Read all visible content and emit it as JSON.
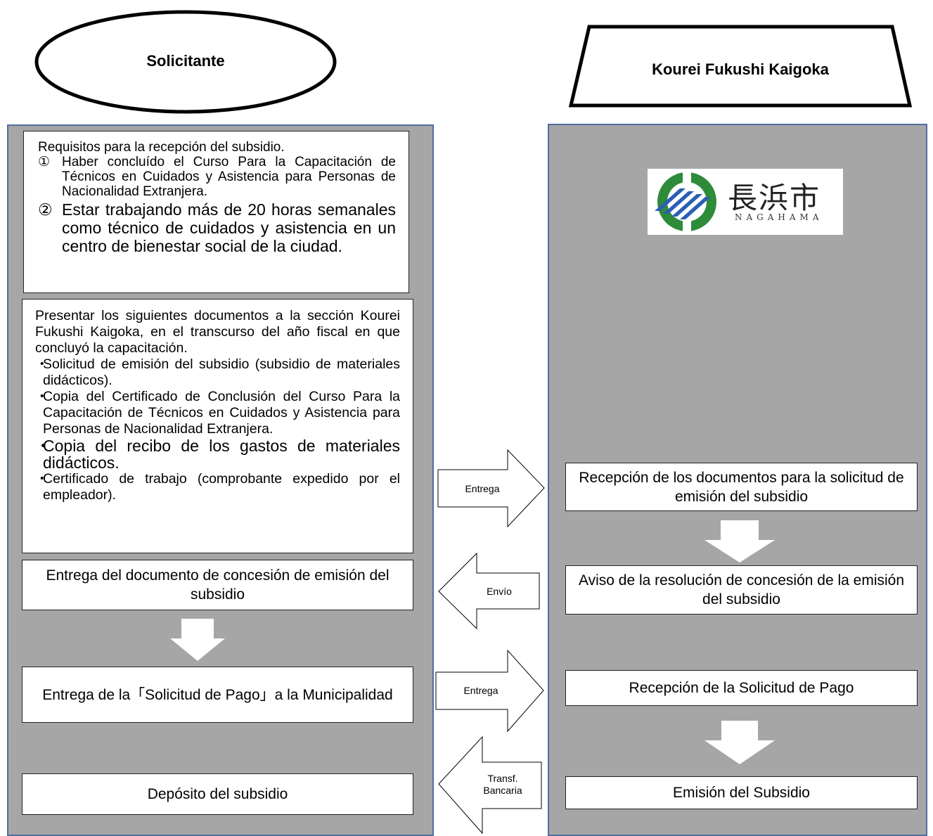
{
  "headers": {
    "left": "Solicitante",
    "right": "Kourei Fukushi Kaigoka"
  },
  "logo": {
    "kanji": "長浜市",
    "latin": "NAGAHAMA",
    "colors": {
      "green": "#2e8b3a",
      "blue": "#2a5fb5"
    }
  },
  "requirements": {
    "intro": "Requisitos para la recepción del subsidio.",
    "items": [
      {
        "num": "①",
        "text": "Haber concluído el Curso Para la Capacitación de Técnicos en Cuidados y Asistencia para Personas de Nacionalidad Extranjera."
      },
      {
        "num": "②",
        "text": "Estar trabajando más de 20 horas semanales como técnico de cuidados y asistencia en un centro de bienestar social de la ciudad."
      }
    ]
  },
  "documents": {
    "intro": "Presentar los siguientes documentos a la sección Kourei Fukushi Kaigoka, en el transcurso del año fiscal en que concluyó la capacitación.",
    "items": [
      "Solicitud de emisión del subsidio (subsidio de materiales didácticos).",
      "Copia del Certificado de Conclusión del Curso Para la Capacitación de Técnicos en Cuidados y Asistencia para Personas de Nacionalidad Extranjera.",
      "Copia del recibo de los gastos de materiales didácticos.",
      "Certificado de trabajo (comprobante expedido por el empleador)."
    ],
    "bullet": "・"
  },
  "left_steps": {
    "concession": "Entrega del documento de concesión de emisión del subsidio",
    "payment_request": "Entrega de la「Solicitud de Pago」a la Municipalidad",
    "deposit": "Depósito del subsidio"
  },
  "right_steps": {
    "reception_docs": "Recepción de los documentos para la solicitud de emisión del subsidio",
    "notice": "Aviso de la resolución de concesión de la emisión del subsidio",
    "reception_payment": "Recepción de la Solicitud de Pago",
    "issuance": "Emisión del Subsidio"
  },
  "arrows": {
    "entrega1": "Entrega",
    "envio": "Envío",
    "entrega2": "Entrega",
    "transf_line1": "Transf.",
    "transf_line2": "Bancaria"
  }
}
